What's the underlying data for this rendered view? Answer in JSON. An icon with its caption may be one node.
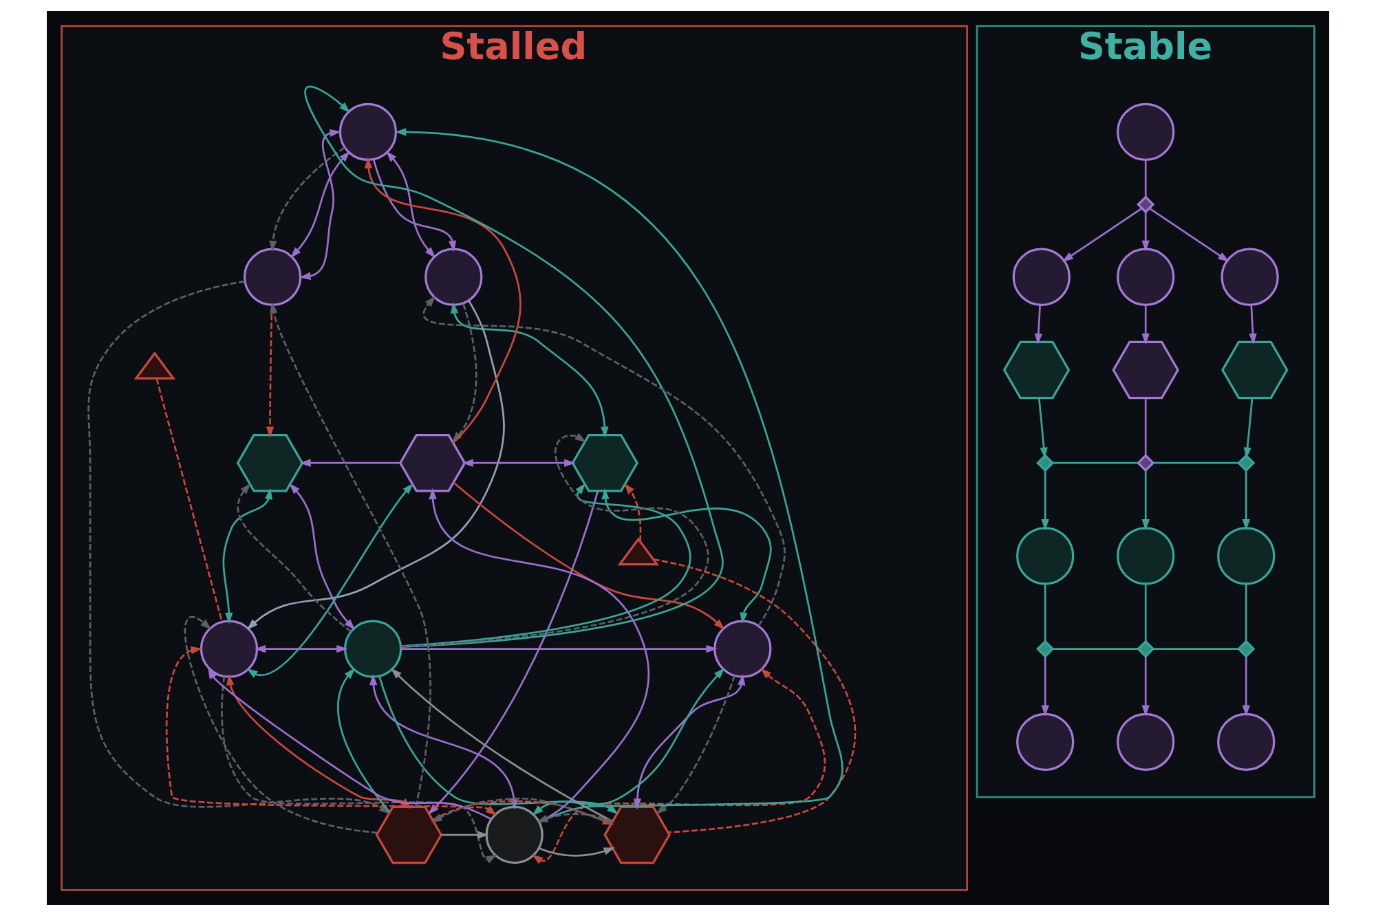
{
  "diagram": {
    "nodes": [
      {
        "text": [
          "Stalled"
        ]
      },
      {
        "text": [],
        "shape": "circle",
        "in": 0
      },
      {
        "text": [],
        "shape": "circle",
        "in": 0
      },
      {
        "text": [],
        "shape": "circle",
        "in": 0
      },
      {
        "text": [],
        "shape": "triangle",
        "in": 0
      },
      {
        "text": [],
        "shape": "hexagon",
        "in": 0
      },
      {
        "text": [],
        "shape": "hexagon",
        "in": 0
      },
      {
        "text": [],
        "shape": "hexagon",
        "in": 0
      },
      {
        "text": [],
        "shape": "triangle",
        "in": 0
      },
      {
        "text": [],
        "shape": "circle",
        "in": 0
      },
      {
        "text": [],
        "shape": "circle",
        "in": 0
      },
      {
        "text": [],
        "shape": "circle",
        "in": 0
      },
      {
        "text": [],
        "shape": "hexagon",
        "in": 0
      },
      {
        "text": [],
        "shape": "circle",
        "in": 0
      },
      {
        "text": [],
        "shape": "hexagon",
        "in": 0
      },
      {
        "text": [
          "Stable"
        ]
      },
      {
        "text": [],
        "shape": "circle",
        "in": 15
      },
      {
        "text": [],
        "shape": "diamond",
        "in": 15
      },
      {
        "text": [],
        "shape": "circle",
        "in": 15
      },
      {
        "text": [],
        "shape": "circle",
        "in": 15
      },
      {
        "text": [],
        "shape": "circle",
        "in": 15
      },
      {
        "text": [],
        "shape": "hexagon",
        "in": 15
      },
      {
        "text": [],
        "shape": "hexagon",
        "in": 15
      },
      {
        "text": [],
        "shape": "hexagon",
        "in": 15
      },
      {
        "text": [],
        "shape": "diamond",
        "in": 15
      },
      {
        "text": [],
        "shape": "diamond",
        "in": 15
      },
      {
        "text": [],
        "shape": "diamond",
        "in": 15
      },
      {
        "text": [],
        "shape": "circle",
        "in": 15
      },
      {
        "text": [],
        "shape": "circle",
        "in": 15
      },
      {
        "text": [],
        "shape": "circle",
        "in": 15
      },
      {
        "text": [],
        "shape": "diamond",
        "in": 15
      },
      {
        "text": [],
        "shape": "diamond",
        "in": 15
      },
      {
        "text": [],
        "shape": "diamond",
        "in": 15
      },
      {
        "text": [],
        "shape": "circle",
        "in": 15
      },
      {
        "text": [],
        "shape": "circle",
        "in": 15
      },
      {
        "text": [],
        "shape": "circle",
        "in": 15
      }
    ],
    "edges": [
      {
        "from": 1,
        "to": 2,
        "arrow": "both"
      },
      {
        "from": 2,
        "to": 1,
        "arrow": "both"
      },
      {
        "from": 1,
        "to": 3,
        "arrow": "both"
      },
      {
        "from": 1,
        "to": 3,
        "arrow": "to"
      },
      {
        "from": 1,
        "to": 2,
        "arrow": "to",
        "style": "dashed",
        "color": "#5c6168"
      },
      {
        "from": 6,
        "to": 1,
        "arrow": "to",
        "color": "#c9473d"
      },
      {
        "from": 13,
        "to": 1,
        "arrow": "to",
        "color": "#3aa597"
      },
      {
        "from": 10,
        "to": 1,
        "arrow": "to",
        "color": "#3aa597"
      },
      {
        "from": 12,
        "to": 2,
        "arrow": "to",
        "style": "dashed",
        "color": "#5c6168"
      },
      {
        "from": 2,
        "to": 5,
        "arrow": "to",
        "style": "dashed",
        "color": "#c9473d"
      },
      {
        "from": 4,
        "to": 9,
        "arrow": "none",
        "style": "dashed",
        "color": "#c9473d"
      },
      {
        "from": 3,
        "to": 6,
        "arrow": "to",
        "style": "dashed",
        "color": "#5c6168"
      },
      {
        "from": 3,
        "to": 7,
        "arrow": "both",
        "color": "#3aa597"
      },
      {
        "from": 11,
        "to": 3,
        "arrow": "to",
        "style": "dashed",
        "color": "#5c6168"
      },
      {
        "from": 3,
        "to": 9,
        "arrow": "to",
        "color": "#8fa3b6"
      },
      {
        "from": 6,
        "to": 5,
        "arrow": "to"
      },
      {
        "from": 6,
        "to": 7,
        "arrow": "both"
      },
      {
        "from": 8,
        "to": 7,
        "arrow": "to",
        "style": "dashed",
        "color": "#c9473d"
      },
      {
        "from": 5,
        "to": 9,
        "arrow": "both",
        "color": "#3aa597"
      },
      {
        "from": 5,
        "to": 10,
        "arrow": "both"
      },
      {
        "from": 6,
        "to": 9,
        "arrow": "both",
        "color": "#3aa597"
      },
      {
        "from": 6,
        "to": 11,
        "arrow": "to",
        "color": "#c9473d"
      },
      {
        "from": 7,
        "to": 11,
        "arrow": "both",
        "color": "#3aa597"
      },
      {
        "from": 10,
        "to": 7,
        "arrow": "to",
        "color": "#3aa597"
      },
      {
        "from": 10,
        "to": 7,
        "arrow": "to",
        "style": "dashed",
        "color": "#5c6168"
      },
      {
        "from": 10,
        "to": 5,
        "arrow": "to",
        "style": "dashed",
        "color": "#5c6168"
      },
      {
        "from": 13,
        "to": 6,
        "arrow": "to"
      },
      {
        "from": 9,
        "to": 10,
        "arrow": "both"
      },
      {
        "from": 10,
        "to": 11,
        "arrow": "to"
      },
      {
        "from": 9,
        "to": 12,
        "arrow": "both",
        "color": "#c9473d"
      },
      {
        "from": 10,
        "to": 13,
        "arrow": "both"
      },
      {
        "from": 11,
        "to": 14,
        "arrow": "both"
      },
      {
        "from": 7,
        "to": 12,
        "arrow": "to"
      },
      {
        "from": 12,
        "to": 10,
        "arrow": "to",
        "color": "#3aa597"
      },
      {
        "from": 13,
        "to": 11,
        "arrow": "both",
        "color": "#3aa597"
      },
      {
        "from": 11,
        "to": 13,
        "arrow": "both",
        "style": "dashed",
        "color": "#c9473d"
      },
      {
        "from": 10,
        "to": 14,
        "arrow": "to",
        "color": "#3aa597"
      },
      {
        "from": 14,
        "to": 10,
        "arrow": "to",
        "color": "#8b8e93"
      },
      {
        "from": 13,
        "to": 9,
        "arrow": "to"
      },
      {
        "from": 9,
        "to": 13,
        "arrow": "both",
        "style": "dashed",
        "color": "#c9473d"
      },
      {
        "from": 12,
        "to": 13,
        "arrow": "to",
        "color": "#8b8e93"
      },
      {
        "from": 13,
        "to": 14,
        "arrow": "to",
        "color": "#8b8e93"
      },
      {
        "from": 12,
        "to": 14,
        "arrow": "to",
        "style": "dashed",
        "color": "#c9473d"
      },
      {
        "from": 2,
        "to": 12,
        "arrow": "to",
        "style": "dashed",
        "color": "#5c6168"
      },
      {
        "from": 14,
        "to": 12,
        "arrow": "to",
        "style": "dashed",
        "color": "#5c6168"
      },
      {
        "from": 9,
        "to": 13,
        "arrow": "to",
        "style": "dashed",
        "color": "#5c6168"
      },
      {
        "from": 14,
        "to": 13,
        "arrow": "to",
        "style": "dashed",
        "color": "#5c6168"
      },
      {
        "from": 8,
        "to": 14,
        "arrow": "none",
        "style": "dashed",
        "color": "#c9473d"
      },
      {
        "from": 11,
        "to": 14,
        "arrow": "to",
        "style": "dashed",
        "color": "#5c6168"
      },
      {
        "from": 12,
        "to": 9,
        "arrow": "to",
        "style": "dashed",
        "color": "#5c6168"
      },
      {
        "from": 16,
        "to": 17,
        "arrow": "none"
      },
      {
        "from": 17,
        "to": 18,
        "arrow": "to"
      },
      {
        "from": 17,
        "to": 19,
        "arrow": "to"
      },
      {
        "from": 17,
        "to": 20,
        "arrow": "to"
      },
      {
        "from": 18,
        "to": 21,
        "arrow": "to"
      },
      {
        "from": 19,
        "to": 22,
        "arrow": "to"
      },
      {
        "from": 20,
        "to": 23,
        "arrow": "to"
      },
      {
        "from": 21,
        "to": 24,
        "arrow": "to",
        "color": "#3aa597"
      },
      {
        "from": 22,
        "to": 25,
        "arrow": "none"
      },
      {
        "from": 23,
        "to": 26,
        "arrow": "to",
        "color": "#3aa597"
      },
      {
        "from": 24,
        "to": 25,
        "arrow": "none",
        "color": "#3aa597"
      },
      {
        "from": 25,
        "to": 26,
        "arrow": "none",
        "color": "#3aa597"
      },
      {
        "from": 24,
        "to": 27,
        "arrow": "to",
        "color": "#3aa597"
      },
      {
        "from": 25,
        "to": 28,
        "arrow": "to",
        "color": "#3aa597"
      },
      {
        "from": 26,
        "to": 29,
        "arrow": "to",
        "color": "#3aa597"
      },
      {
        "from": 27,
        "to": 30,
        "arrow": "none",
        "color": "#3aa597"
      },
      {
        "from": 28,
        "to": 31,
        "arrow": "none",
        "color": "#3aa597"
      },
      {
        "from": 29,
        "to": 32,
        "arrow": "none",
        "color": "#3aa597"
      },
      {
        "from": 30,
        "to": 31,
        "arrow": "none",
        "color": "#3aa597"
      },
      {
        "from": 31,
        "to": 32,
        "arrow": "none",
        "color": "#3aa597"
      },
      {
        "from": 30,
        "to": 33,
        "arrow": "to"
      },
      {
        "from": 31,
        "to": 34,
        "arrow": "to"
      },
      {
        "from": 32,
        "to": 35,
        "arrow": "to"
      }
    ]
  }
}
